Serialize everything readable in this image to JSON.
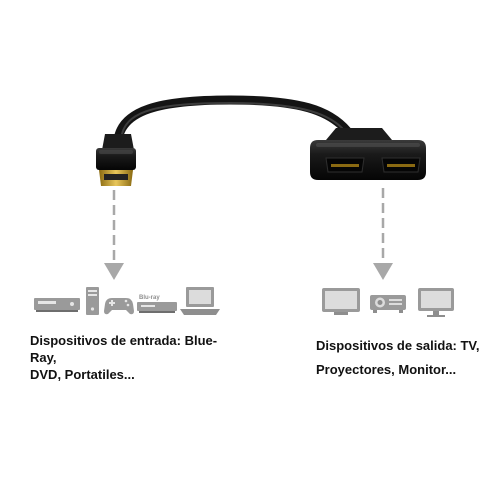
{
  "colors": {
    "cable": "#141414",
    "connector_gold": "#c9a227",
    "arrow": "#a8a8a8",
    "icon_gray": "#8e8e8e",
    "text": "#111111"
  },
  "icons": {
    "input_devices": [
      "dvd-player-icon",
      "pc-tower-icon",
      "gamepad-icon",
      "bluray-player-icon",
      "laptop-icon"
    ],
    "output_devices": [
      "tv-icon",
      "projector-icon",
      "monitor-icon"
    ]
  },
  "input_caption": {
    "line1": "Dispositivos de entrada: Blue-",
    "line2": "Ray,",
    "line3": "DVD, Portatiles..."
  },
  "output_caption": {
    "line1": "Dispositivos de salida: TV,",
    "line2": "Proyectores, Monitor..."
  }
}
